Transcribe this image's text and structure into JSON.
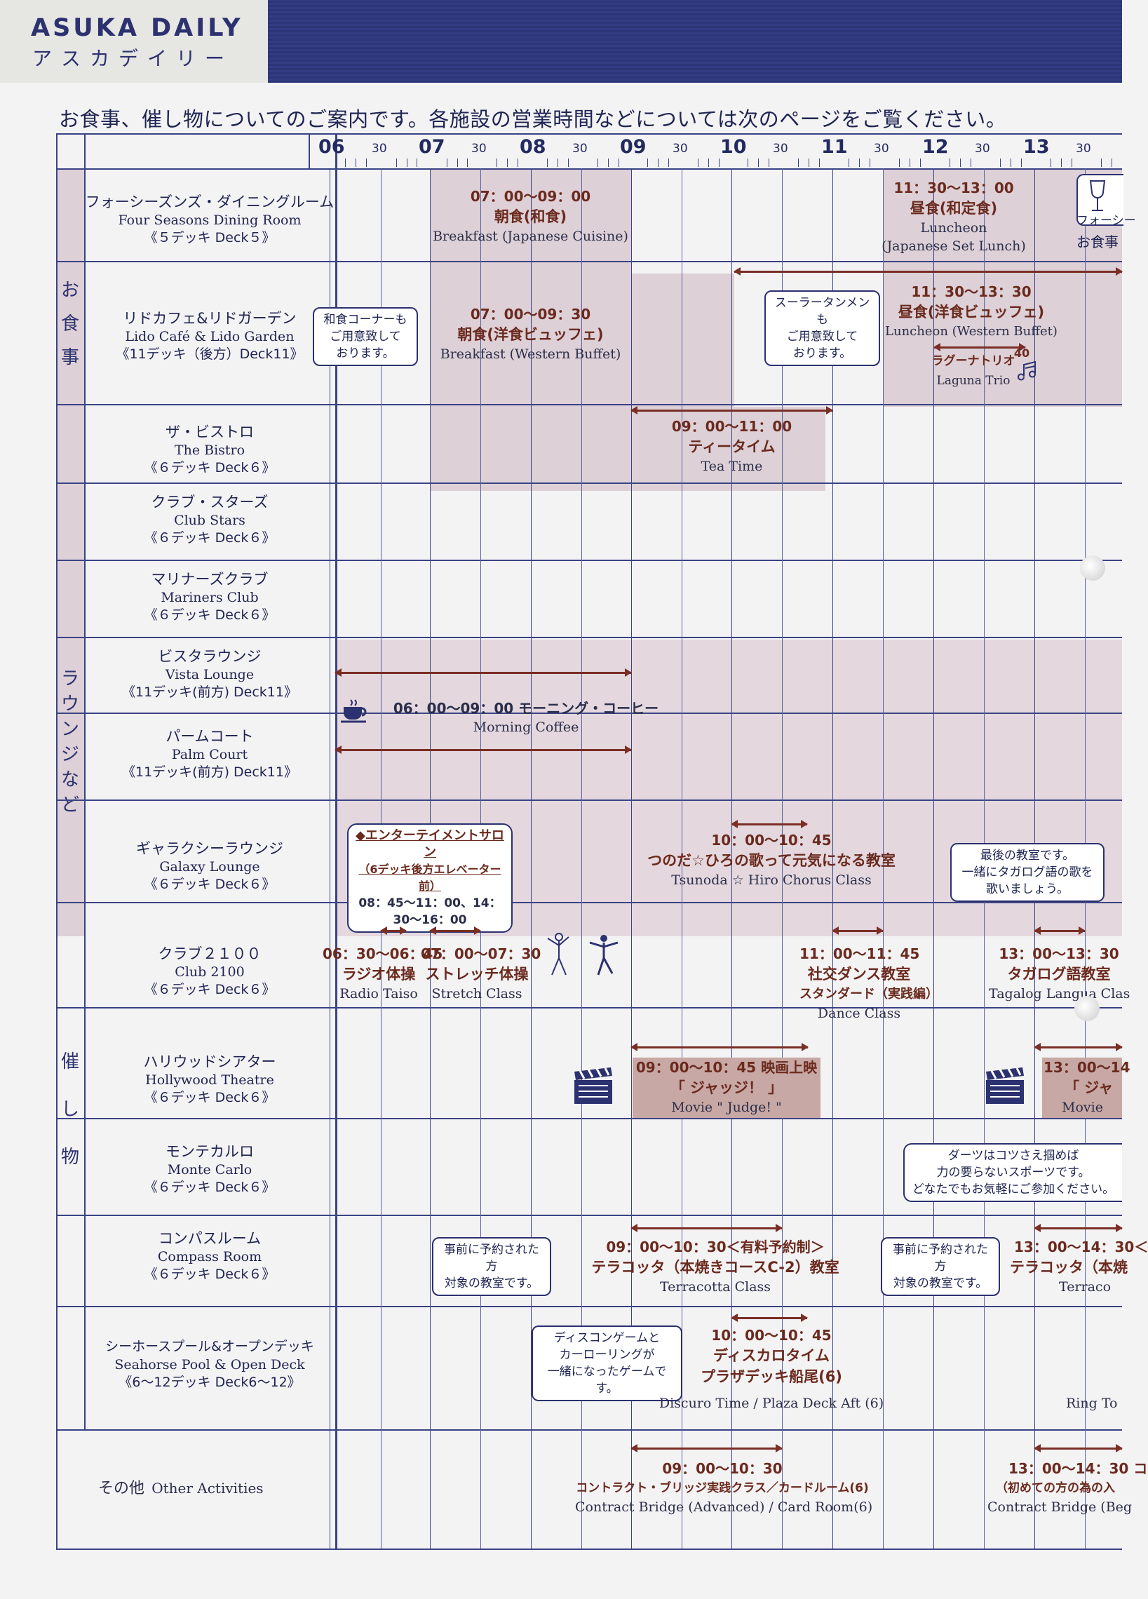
{
  "header": {
    "brand_en": "ASUKA DAILY",
    "brand_ja": "アスカデイリー"
  },
  "intro": "お食事、催し物についてのご案内です。各施設の営業時間などについては次のページをご覧ください。",
  "timeline": {
    "hours": [
      "06",
      "07",
      "08",
      "09",
      "10",
      "11",
      "12",
      "13"
    ],
    "half_label": "30"
  },
  "sections": {
    "dining": "お食事",
    "lounge": "ラウンジなど",
    "events": "催し物"
  },
  "venues": [
    {
      "ja": "フォーシーズンズ・ダイニングルーム",
      "en": "Four Seasons Dining Room",
      "deck": "《５デッキ Deck５》"
    },
    {
      "ja": "リドカフェ&リドガーデン",
      "en": "Lido Café & Lido Garden",
      "deck": "《11デッキ（後方）Deck11》"
    },
    {
      "ja": "ザ・ビストロ",
      "en": "The Bistro",
      "deck": "《６デッキ Deck６》"
    },
    {
      "ja": "クラブ・スターズ",
      "en": "Club Stars",
      "deck": "《６デッキ Deck６》"
    },
    {
      "ja": "マリナーズクラブ",
      "en": "Mariners Club",
      "deck": "《６デッキ Deck６》"
    },
    {
      "ja": "ビスタラウンジ",
      "en": "Vista Lounge",
      "deck": "《11デッキ(前方) Deck11》"
    },
    {
      "ja": "パームコート",
      "en": "Palm Court",
      "deck": "《11デッキ(前方) Deck11》"
    },
    {
      "ja": "ギャラクシーラウンジ",
      "en": "Galaxy Lounge",
      "deck": "《６デッキ Deck６》"
    },
    {
      "ja": "クラブ２１００",
      "en": "Club 2100",
      "deck": "《６デッキ Deck６》"
    },
    {
      "ja": "ハリウッドシアター",
      "en": "Hollywood Theatre",
      "deck": "《６デッキ Deck６》"
    },
    {
      "ja": "モンテカルロ",
      "en": "Monte Carlo",
      "deck": "《６デッキ Deck６》"
    },
    {
      "ja": "コンパスルーム",
      "en": "Compass Room",
      "deck": "《６デッキ Deck６》"
    },
    {
      "ja": "シーホースプール&オープンデッキ",
      "en": "Seahorse Pool & Open Deck",
      "deck": "《6～12デッキ Deck6～12》"
    },
    {
      "ja": "その他",
      "en": "Other Activities"
    }
  ],
  "events": {
    "fs_breakfast": {
      "time": "07：00～09：00",
      "ja": "朝食(和食)",
      "en": "Breakfast (Japanese Cuisine)"
    },
    "fs_lunch": {
      "time": "11：30～13：00",
      "ja": "昼食(和定食)",
      "en1": "Luncheon",
      "en2": "(Japanese Set Lunch)"
    },
    "fs_cut": {
      "ja1": "フォーシー",
      "ja2": "お食事"
    },
    "lido_note": [
      "和食コーナーも",
      "ご用意致して",
      "おります。"
    ],
    "lido_breakfast": {
      "time": "07：00～09：30",
      "ja": "朝食(洋食ビュッフェ)",
      "en": "Breakfast (Western Buffet)"
    },
    "lido_note2": [
      "スーラータンメンも",
      "ご用意致して",
      "おります。"
    ],
    "lido_lunch": {
      "time": "11：30～13：30",
      "ja": "昼食(洋食ビュッフェ)",
      "en": "Luncheon (Western Buffet)"
    },
    "laguna": {
      "ja": "ラグーナトリオ",
      "num": "40",
      "en": "Laguna Trio"
    },
    "bistro": {
      "time": "09：00～11：00",
      "ja": "ティータイム",
      "en": "Tea Time"
    },
    "coffee": {
      "time": "06：00～09：00 モーニング・コーヒー",
      "en": "Morning Coffee"
    },
    "salon": [
      "◆エンターテイメントサロン",
      "（6デッキ後方エレベーター前）",
      "08：45～11：00、14：30～16：00"
    ],
    "chorus": {
      "time": "10：00～10：45",
      "ja": "つのだ☆ひろの歌って元気になる教室",
      "en": "Tsunoda ☆ Hiro Chorus Class"
    },
    "tagalog_note": [
      "最後の教室です。",
      "一緒にタガログ語の歌を",
      "歌いましょう。"
    ],
    "radio": {
      "time": "06：30～06：45",
      "ja": "ラジオ体操",
      "en": "Radio Taiso"
    },
    "stretch": {
      "time": "07：00～07：30",
      "ja": "ストレッチ体操",
      "en": "Stretch Class"
    },
    "dance": {
      "time": "11：00～11：45",
      "ja1": "社交ダンス教室",
      "ja2": "スタンダード（実践編）",
      "en": "Dance Class"
    },
    "tagalog": {
      "time": "13：00～13：30",
      "ja": "タガログ語教室",
      "en": "Tagalog Langua  Clas"
    },
    "movie": {
      "time": "09：00～10：45 映画上映",
      "ja": "「 ジャッジ！ 」",
      "en": "Movie \" Judge! \""
    },
    "movie2": {
      "time": "13：00～14",
      "ja": "「 ジャ",
      "en": "Movie"
    },
    "darts_note": [
      "ダーツはコツさえ掴めば",
      "力の要らないスポーツです。",
      "どなたでもお気軽にご参加ください。"
    ],
    "compass_note": [
      "事前に予約された方",
      "対象の教室です。"
    ],
    "terracotta": {
      "time": "09：00～10：30＜有料予約制＞",
      "ja": "テラコッタ（本焼きコースC-2）教室",
      "en": "Terracotta Class"
    },
    "compass_note2": [
      "事前に予約された方",
      "対象の教室です。"
    ],
    "terracotta2": {
      "time": "13：00～14：30＜",
      "ja": "テラコッタ（本焼",
      "en": "Terraco"
    },
    "discuro_note": [
      "ディスコンゲームと",
      "カーローリングが",
      "一緒になったゲームです。"
    ],
    "discuro": {
      "time": "10：00～10：45",
      "ja1": "ディスカロタイム",
      "ja2": "プラザデッキ船尾(6)",
      "en": "Discuro Time / Plaza Deck Aft (6)"
    },
    "ringtoss": {
      "en": "Ring To"
    },
    "bridge": {
      "time": "09：00～10：30",
      "ja": "コントラクト・ブリッジ実践クラス／カードルーム(6)",
      "en": "Contract Bridge (Advanced) / Card Room(6)"
    },
    "bridge2": {
      "time": "13：00～14：30 コ",
      "ja": "（初めての方の為の入",
      "en": "Contract Bridge (Beg"
    }
  }
}
